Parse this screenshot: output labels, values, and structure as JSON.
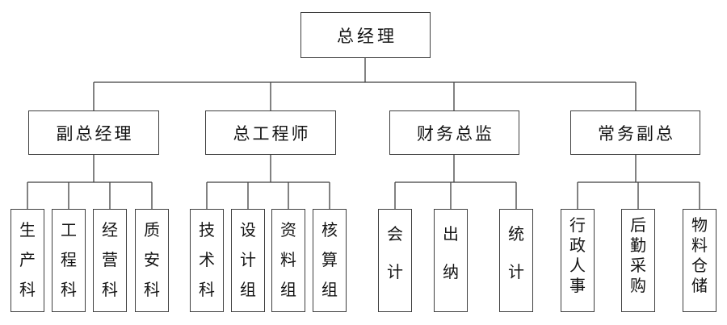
{
  "org": {
    "title": "organization-chart",
    "root": {
      "label": "总经理"
    },
    "branches": [
      {
        "label": "副总经理",
        "children": [
          {
            "label": "生产科"
          },
          {
            "label": "工程科"
          },
          {
            "label": "经营科"
          },
          {
            "label": "质安科"
          }
        ]
      },
      {
        "label": "总工程师",
        "children": [
          {
            "label": "技术科"
          },
          {
            "label": "设计组"
          },
          {
            "label": "资料组"
          },
          {
            "label": "核算组"
          }
        ]
      },
      {
        "label": "财务总监",
        "children": [
          {
            "label": "会计"
          },
          {
            "label": "出纳"
          },
          {
            "label": "统计"
          }
        ]
      },
      {
        "label": "常务副总",
        "children": [
          {
            "label": "行政人事"
          },
          {
            "label": "后勤采购"
          },
          {
            "label": "物料仓储"
          }
        ]
      }
    ],
    "colors": {
      "line": "#3f3f3f",
      "text": "#141414",
      "background": "#ffffff"
    }
  }
}
